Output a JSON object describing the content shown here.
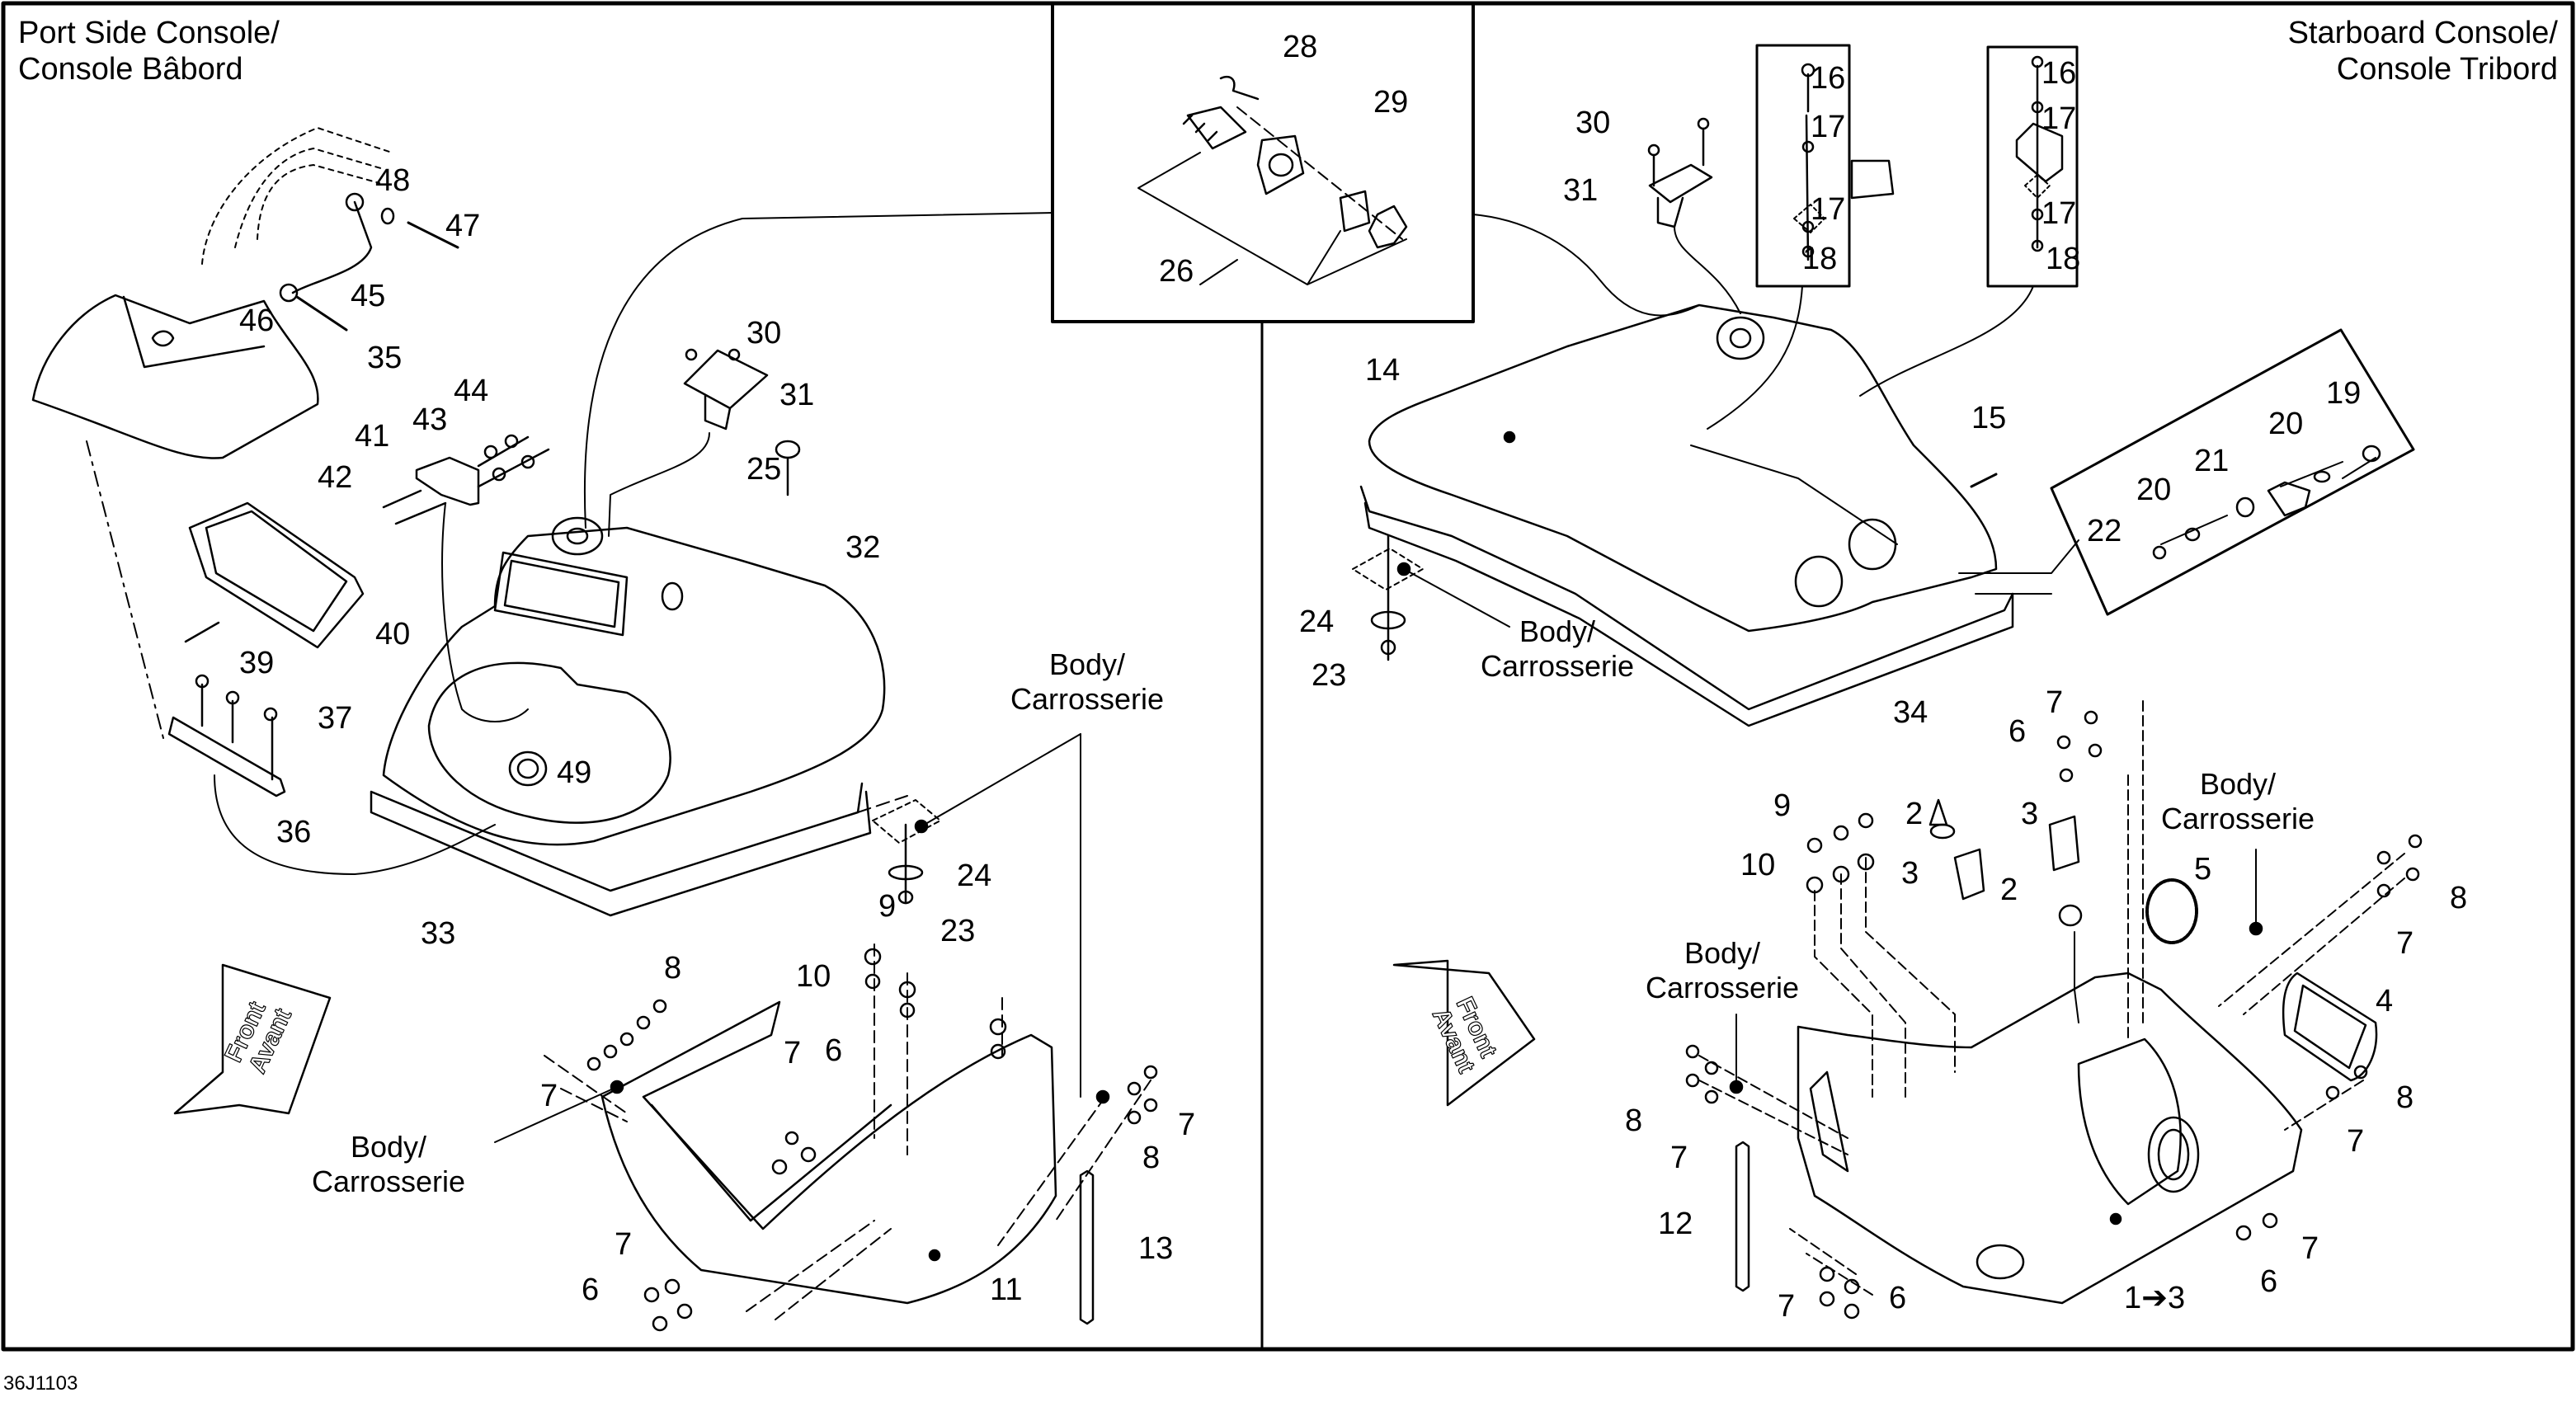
{
  "page": {
    "figure_code": "36J1103",
    "panels": {
      "port": {
        "title_line1": "Port Side Console/",
        "title_line2": "Console Bâbord"
      },
      "starboard": {
        "title_line1": "Starboard Console/",
        "title_line2": "Console Tribord"
      }
    },
    "front_arrow": {
      "line1": "Front",
      "line2": "Avant"
    },
    "body_label": {
      "line1": "Body/",
      "line2": "Carrosserie"
    }
  },
  "callouts": {
    "port": [
      "48",
      "47",
      "45",
      "46",
      "35",
      "30",
      "31",
      "44",
      "43",
      "41",
      "42",
      "25",
      "32",
      "40",
      "39",
      "37",
      "36",
      "49",
      "24",
      "23",
      "33",
      "9",
      "10",
      "8",
      "7",
      "6",
      "7",
      "8",
      "7",
      "7",
      "6",
      "11",
      "13"
    ],
    "inset": [
      "28",
      "29",
      "26"
    ],
    "starboard": [
      "30",
      "31",
      "16",
      "17",
      "17",
      "18",
      "16",
      "17",
      "17",
      "18",
      "14",
      "15",
      "19",
      "20",
      "21",
      "20",
      "22",
      "24",
      "23",
      "34",
      "7",
      "6",
      "9",
      "2",
      "3",
      "10",
      "3",
      "2",
      "5",
      "8",
      "7",
      "4",
      "8",
      "7",
      "8",
      "7",
      "12",
      "7",
      "6",
      "6",
      "7",
      "1➔3"
    ]
  }
}
